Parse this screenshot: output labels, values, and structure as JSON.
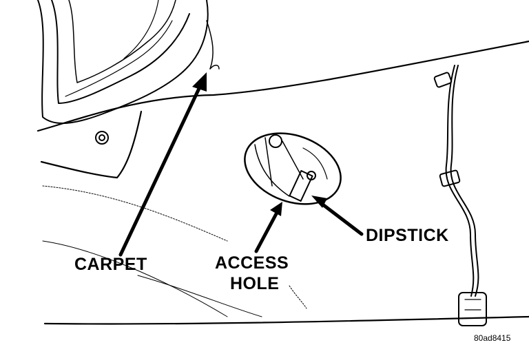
{
  "labels": {
    "carpet": "CARPET",
    "access_line1": "ACCESS",
    "access_line2": "HOLE",
    "dipstick": "DIPSTICK"
  },
  "figure_id": "80ad8415",
  "colors": {
    "ink": "#000000",
    "paper": "#ffffff",
    "shade": "#cccccc"
  }
}
